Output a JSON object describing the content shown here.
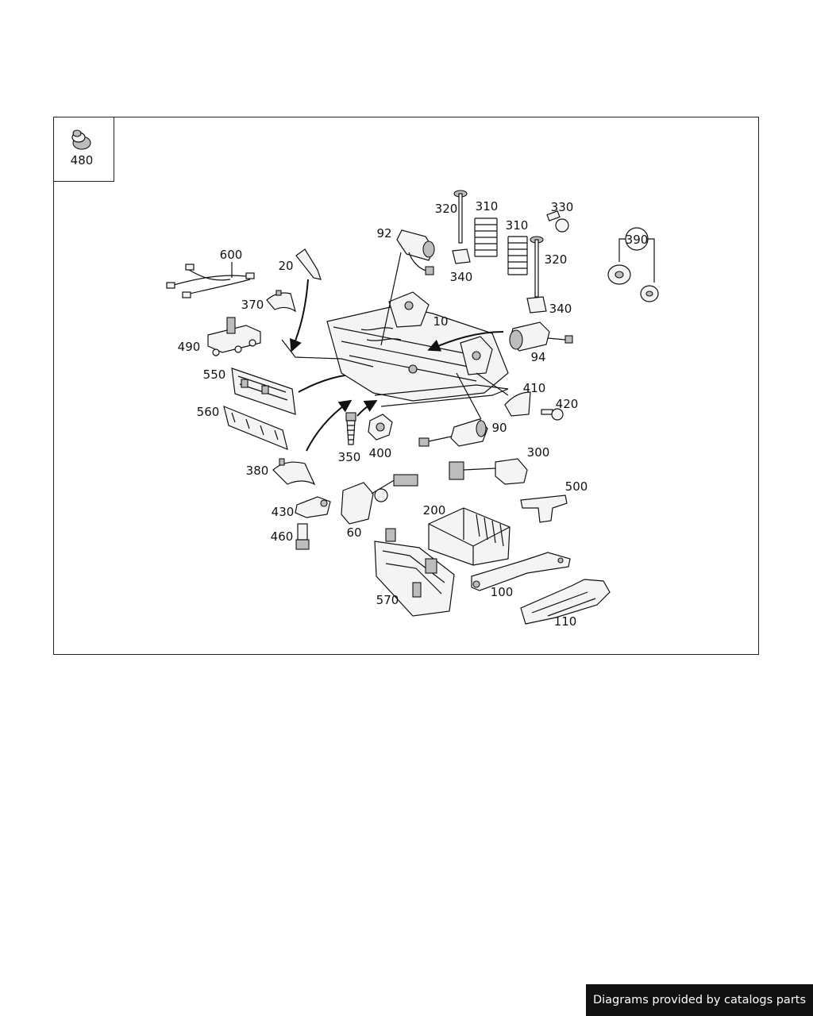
{
  "callouts": {
    "c480": "480",
    "c10": "10",
    "c20": "20",
    "c60": "60",
    "c90": "90",
    "c92": "92",
    "c94": "94",
    "c100": "100",
    "c110": "110",
    "c200": "200",
    "c300": "300",
    "c310a": "310",
    "c310b": "310",
    "c320a": "320",
    "c320b": "320",
    "c330": "330",
    "c340a": "340",
    "c340b": "340",
    "c350": "350",
    "c370": "370",
    "c380": "380",
    "c390": "390",
    "c400": "400",
    "c410": "410",
    "c420": "420",
    "c430": "430",
    "c460": "460",
    "c490": "490",
    "c500": "500",
    "c550": "550",
    "c560": "560",
    "c570": "570",
    "c600": "600"
  },
  "footer": {
    "text": "Diagrams provided by catalogs parts"
  },
  "colors": {
    "line": "#111111",
    "footer_bg": "#111111",
    "footer_text": "#ffffff"
  }
}
